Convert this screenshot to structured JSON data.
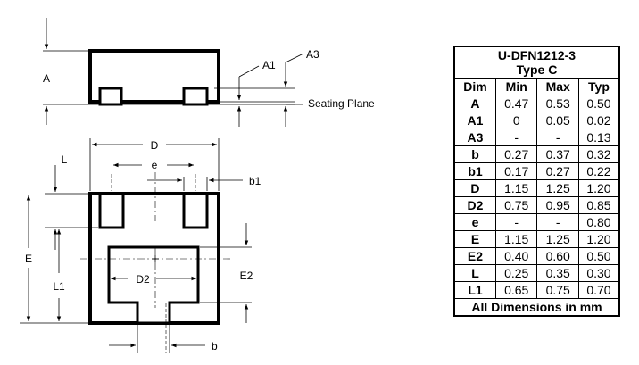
{
  "package": {
    "name": "U-DFN1212-3",
    "type": "Type C"
  },
  "drawing_labels": {
    "A": "A",
    "A1": "A1",
    "A3": "A3",
    "seating_plane": "Seating Plane",
    "D": "D",
    "e": "e",
    "L": "L",
    "b1": "b1",
    "E": "E",
    "L1": "L1",
    "D2": "D2",
    "E2": "E2",
    "b": "b"
  },
  "table": {
    "columns": [
      "Dim",
      "Min",
      "Max",
      "Typ"
    ],
    "rows": [
      [
        "A",
        "0.47",
        "0.53",
        "0.50"
      ],
      [
        "A1",
        "0",
        "0.05",
        "0.02"
      ],
      [
        "A3",
        "-",
        "-",
        "0.13"
      ],
      [
        "b",
        "0.27",
        "0.37",
        "0.32"
      ],
      [
        "b1",
        "0.17",
        "0.27",
        "0.22"
      ],
      [
        "D",
        "1.15",
        "1.25",
        "1.20"
      ],
      [
        "D2",
        "0.75",
        "0.95",
        "0.85"
      ],
      [
        "e",
        "-",
        "-",
        "0.80"
      ],
      [
        "E",
        "1.15",
        "1.25",
        "1.20"
      ],
      [
        "E2",
        "0.40",
        "0.60",
        "0.50"
      ],
      [
        "L",
        "0.25",
        "0.35",
        "0.30"
      ],
      [
        "L1",
        "0.65",
        "0.75",
        "0.70"
      ]
    ],
    "footer": "All Dimensions in mm"
  }
}
